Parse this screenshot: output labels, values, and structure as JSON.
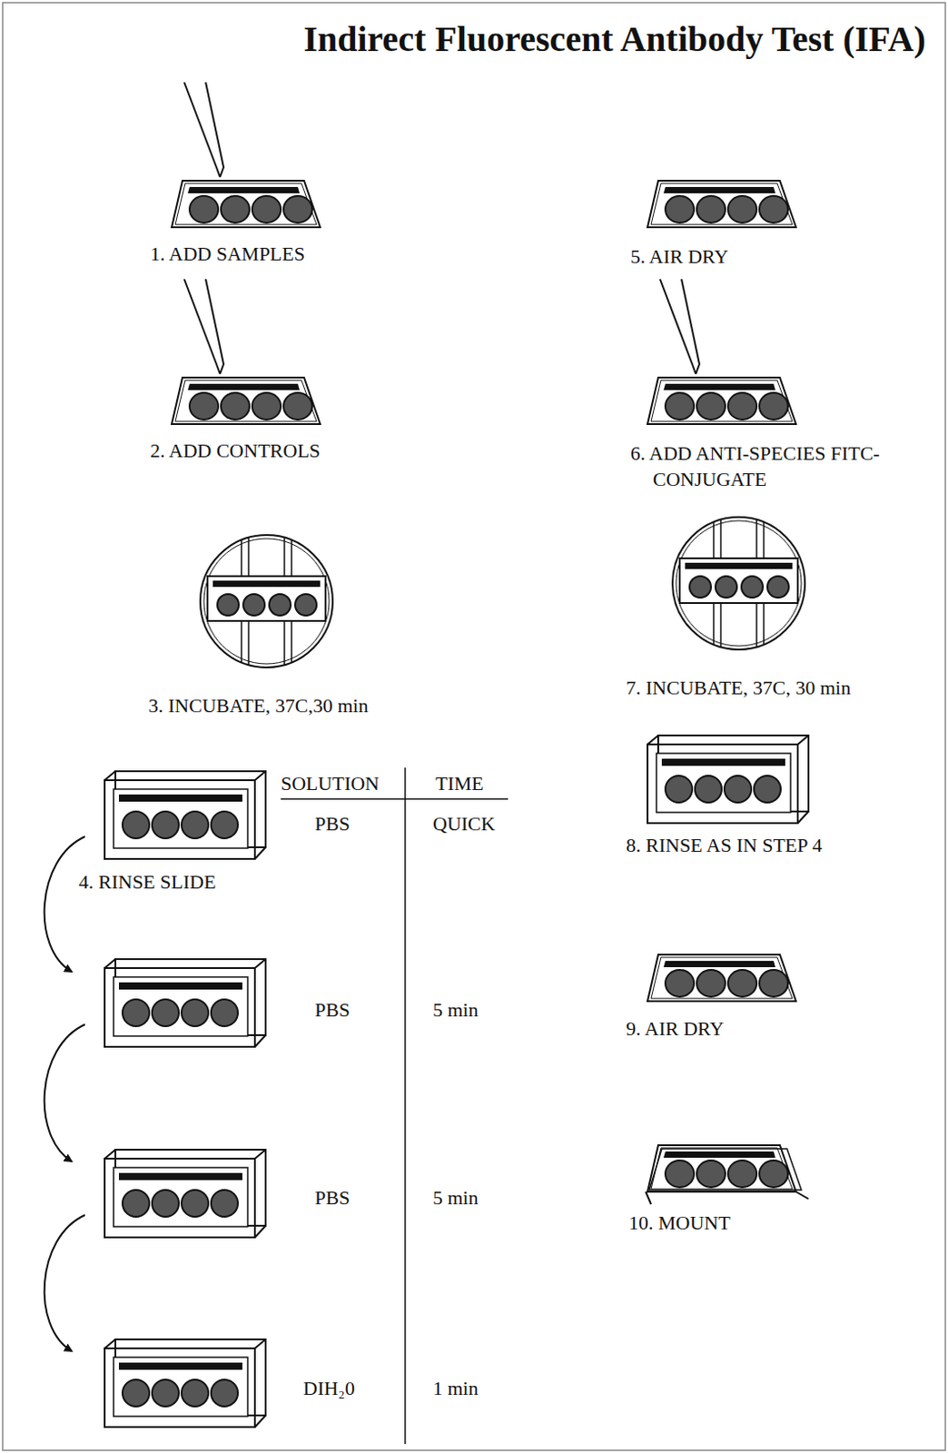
{
  "diagram": {
    "title": "Indirect Fluorescent Antibody Test (IFA)",
    "labels": [
      "1. ADD SAMPLES",
      "2. ADD CONTROLS",
      "3. INCUBATE, 37C,30 min",
      "4. RINSE SLIDE",
      "5. AIR DRY",
      "6. ADD ANTI-SPECIES FITC-CONJUGATE",
      "7. INCUBATE, 37C, 30 min",
      "8. RINSE AS IN STEP 4",
      "9. AIR DRY",
      "10. MOUNT",
      "SOLUTION",
      "TIME",
      "PBS",
      "QUICK",
      "PBS",
      "5 min",
      "PBS",
      "5 min",
      "DIH₂0",
      "1 min"
    ]
  }
}
